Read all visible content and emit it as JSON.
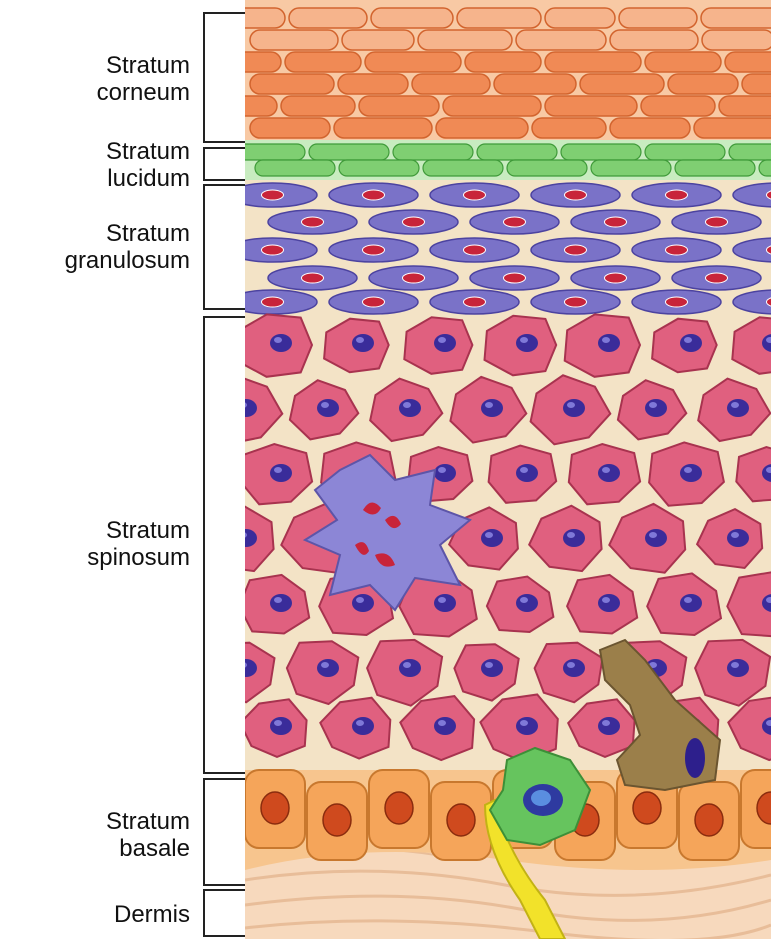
{
  "layers": [
    {
      "id": "corneum",
      "line1": "Stratum",
      "line2": "corneum"
    },
    {
      "id": "lucidum",
      "line1": "Stratum",
      "line2": "lucidum"
    },
    {
      "id": "granulosum",
      "line1": "Stratum",
      "line2": "granulosum"
    },
    {
      "id": "spinosum",
      "line1": "Stratum",
      "line2": "spinosum"
    },
    {
      "id": "basale",
      "line1": "Stratum",
      "line2": "basale"
    },
    {
      "id": "dermis",
      "line1": "Dermis",
      "line2": ""
    }
  ],
  "colors": {
    "corneum": "#f08a55",
    "lucidum": "#7fcf72",
    "granulosum": "#7a72c8",
    "spinosum_cell": "#e0607f",
    "nucleus": "#3a2c9a",
    "granule_red": "#c8243a",
    "matrix": "#f3e3c6",
    "basale": "#f5a55a",
    "basale_nucleus": "#cf4a1e",
    "dermis": "#f7d9bd",
    "langerhans": "#8c86d6",
    "merkel": "#66c45e",
    "melanocyte": "#9b7f4a",
    "nerve": "#f2e22a"
  }
}
